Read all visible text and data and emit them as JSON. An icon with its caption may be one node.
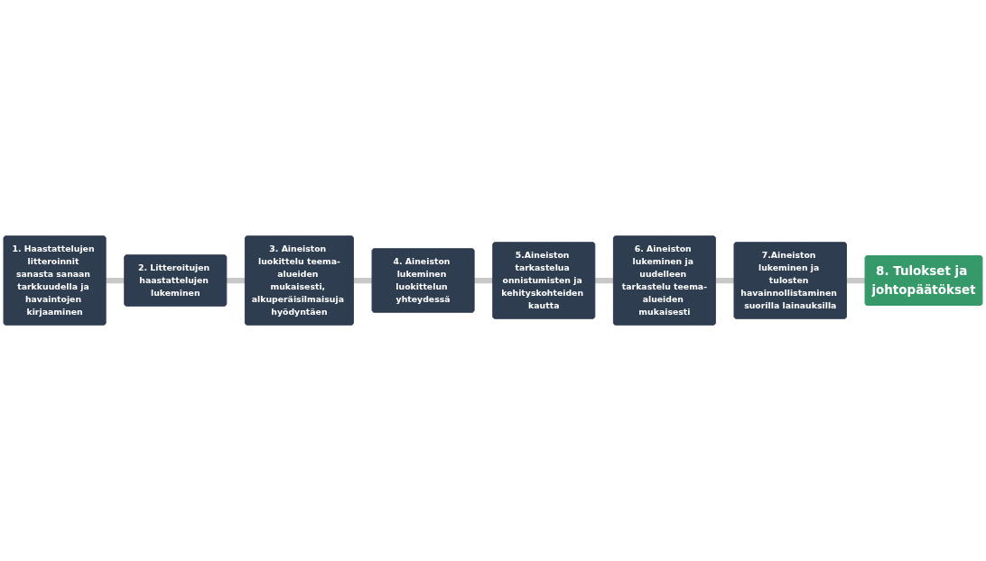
{
  "diagram": {
    "nodes": [
      {
        "text": [
          "1. Haastattelujen litteroinnit sanasta sanaan tarkkuudella ja havaintojen kirjaaminen"
        ]
      },
      {
        "text": [
          "2. Litteroitujen haastattelujen lukeminen"
        ]
      },
      {
        "text": [
          "3. Aineiston luokittelu teema-alueiden mukaisesti, alkuperäisilmaisuja hyödyntäen"
        ]
      },
      {
        "text": [
          "4. Aineiston lukeminen luokittelun yhteydessä"
        ]
      },
      {
        "text": [
          "5.Aineiston tarkastelua onnistumisten ja kehityskohteiden kautta"
        ]
      },
      {
        "text": [
          "6. Aineiston lukeminen ja uudelleen tarkastelu teema-alueiden mukaisesti"
        ]
      },
      {
        "text": [
          "7.Aineiston lukeminen ja tulosten havainnollistaminen suorilla lainauksilla"
        ]
      },
      {
        "text": [
          "8. Tulokset ja johtopäätökset"
        ]
      }
    ],
    "edges": [
      {
        "from": 0,
        "to": 1,
        "arrow": "none"
      },
      {
        "from": 1,
        "to": 2,
        "arrow": "none"
      },
      {
        "from": 2,
        "to": 3,
        "arrow": "none"
      },
      {
        "from": 3,
        "to": 4,
        "arrow": "none"
      },
      {
        "from": 4,
        "to": 5,
        "arrow": "none"
      },
      {
        "from": 5,
        "to": 6,
        "arrow": "none"
      },
      {
        "from": 6,
        "to": 7,
        "arrow": "none"
      }
    ]
  }
}
